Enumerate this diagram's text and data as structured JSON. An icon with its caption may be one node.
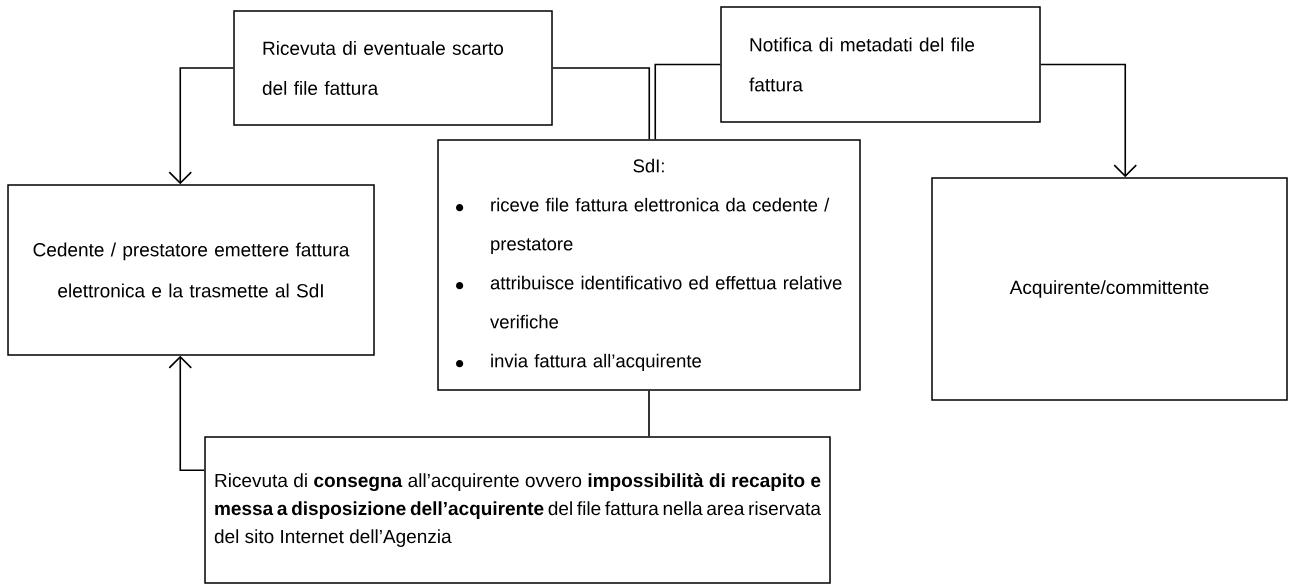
{
  "diagram": {
    "nodes": [
      {
        "text": [
          "Ricevuta di eventuale scarto del file fattura"
        ]
      },
      {
        "text": [
          "Notifica di metadati del file fattura"
        ]
      },
      {
        "text": [
          "SdI:",
          "riceve file fattura elettronica da cedente / prestatore",
          "attribuisce identificativo ed effettua relative verifiche",
          "invia fattura all’acquirente"
        ]
      },
      {
        "text": [
          "Cedente / prestatore emettere fattura elettronica e la trasmette al SdI"
        ]
      },
      {
        "text": [
          "Acquirente/committente"
        ]
      },
      {
        "text": [
          "Ricevuta di **consegna** all’acquirente ovvero **impossibilità di recapito e messa a disposizione dell’acquirente** del file fattura nella area riservata del sito Internet dell’Agenzia"
        ]
      }
    ],
    "edges": [
      {
        "from": 2,
        "to": 0,
        "arrow": "none"
      },
      {
        "from": 0,
        "to": 3,
        "arrow": "to"
      },
      {
        "from": 2,
        "to": 1,
        "arrow": "none"
      },
      {
        "from": 1,
        "to": 4,
        "arrow": "to"
      },
      {
        "from": 2,
        "to": 5,
        "arrow": "none"
      },
      {
        "from": 5,
        "to": 3,
        "arrow": "to"
      }
    ]
  }
}
